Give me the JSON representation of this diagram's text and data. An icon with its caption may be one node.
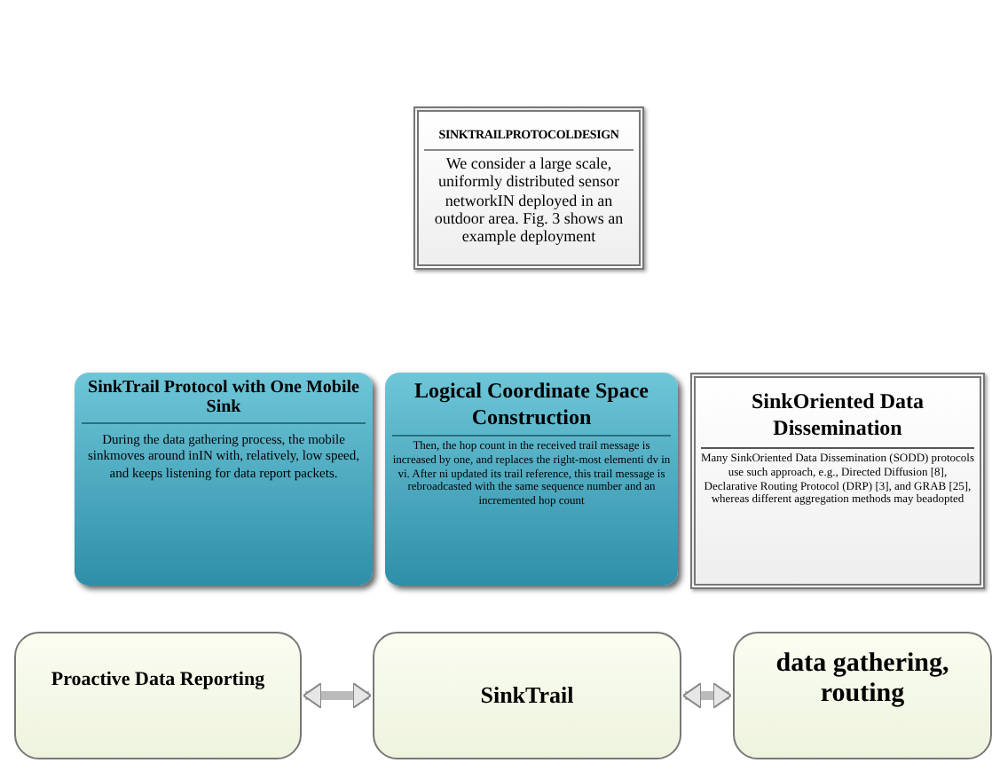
{
  "diagram": {
    "nodes": [
      {
        "text": [
          "SINKTRAILPROTOCOLDESIGN",
          "We consider a large scale, uniformly distributed sensor networkIN deployed in an outdoor area. Fig. 3 shows an example deployment"
        ]
      },
      {
        "text": [
          "SinkTrail Protocol with One Mobile Sink",
          "During the data gathering process, the mobile sinkmoves around inIN with, relatively, low speed, and keeps listening for data report packets."
        ]
      },
      {
        "text": [
          "Logical Coordinate Space Construction",
          "Then, the hop count in the received trail message is increased by one, and replaces the right-most elementi dv in vi. After ni updated its trail reference, this trail message is rebroadcasted with the same sequence number and an incremented hop count"
        ]
      },
      {
        "text": [
          "SinkOriented Data Dissemination",
          "Many SinkOriented Data Dissemination (SODD) protocols use such approach, e.g., Directed Diffusion [8], Declarative Routing Protocol (DRP) [3], and GRAB [25], whereas different aggregation methods may beadopted"
        ]
      },
      {
        "text": [
          "Proactive Data Reporting"
        ]
      },
      {
        "text": [
          "SinkTrail"
        ]
      },
      {
        "text": [
          "data gathering, routing"
        ]
      }
    ],
    "edges": [
      {
        "from": 4,
        "to": 5,
        "arrow": "both"
      },
      {
        "from": 5,
        "to": 6,
        "arrow": "both"
      }
    ]
  }
}
